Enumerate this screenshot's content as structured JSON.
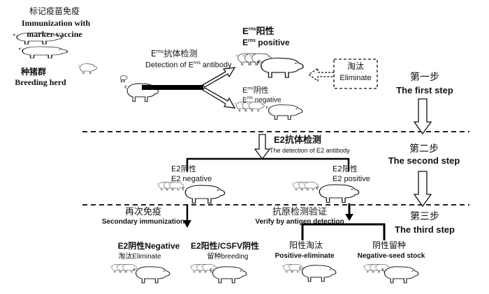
{
  "top_left": {
    "vaccine_cn": "标记疫苗免疫",
    "vaccine_en1": "Immunization  with",
    "vaccine_en2": "marker vaccine",
    "herd_cn": "种猪群",
    "herd_en": "Breeding herd"
  },
  "detection_erns": {
    "cn_prefix": "E",
    "cn_sup": "rns",
    "cn_suffix": "抗体检测",
    "en_prefix": "Detection of E",
    "en_sup": "rns",
    "en_suffix": " antibody"
  },
  "erns_positive": {
    "cn_prefix": "E",
    "cn_sup": "rns",
    "cn_suffix": "阳性",
    "en_prefix": "E",
    "en_sup": "rns",
    "en_suffix": " positive"
  },
  "erns_negative": {
    "cn_prefix": "E",
    "cn_sup": "rns",
    "cn_suffix": "阴性",
    "en_prefix": "E",
    "en_sup": "rns",
    "en_suffix": " negative"
  },
  "eliminate_box": {
    "cn": "淘汰",
    "en": "Eliminate"
  },
  "steps": {
    "step1_cn": "第一步",
    "step1_en": "The first step",
    "step2_cn": "第二步",
    "step2_en": "The second step",
    "step3_cn": "第三步",
    "step3_en": "The third step"
  },
  "detection_e2": {
    "cn": "E2抗体检测",
    "en": "The detection of E2 antibody"
  },
  "e2_negative": {
    "cn": "E2阴性",
    "en": "E2 negative"
  },
  "e2_positive": {
    "cn": "E2阳性",
    "en": "E2 positive"
  },
  "secondary": {
    "cn": "再次免疫",
    "en": "Secondary immunization"
  },
  "verify": {
    "cn": "抗原检测验证",
    "en": "Verify by antigen detection"
  },
  "outcomes": {
    "neg_elim_l1": "E2阴性Negative",
    "neg_elim_l2": "淘汰Eliminate",
    "breed_l1": "E2阳性/CSFV阴性",
    "breed_l2": "留种breeding",
    "pos_elim_l1": "阳性淘汰",
    "pos_elim_l2": "Positive-eliminate",
    "seed_l1": "阴性留种",
    "seed_l2": "Negative-seed stock"
  }
}
